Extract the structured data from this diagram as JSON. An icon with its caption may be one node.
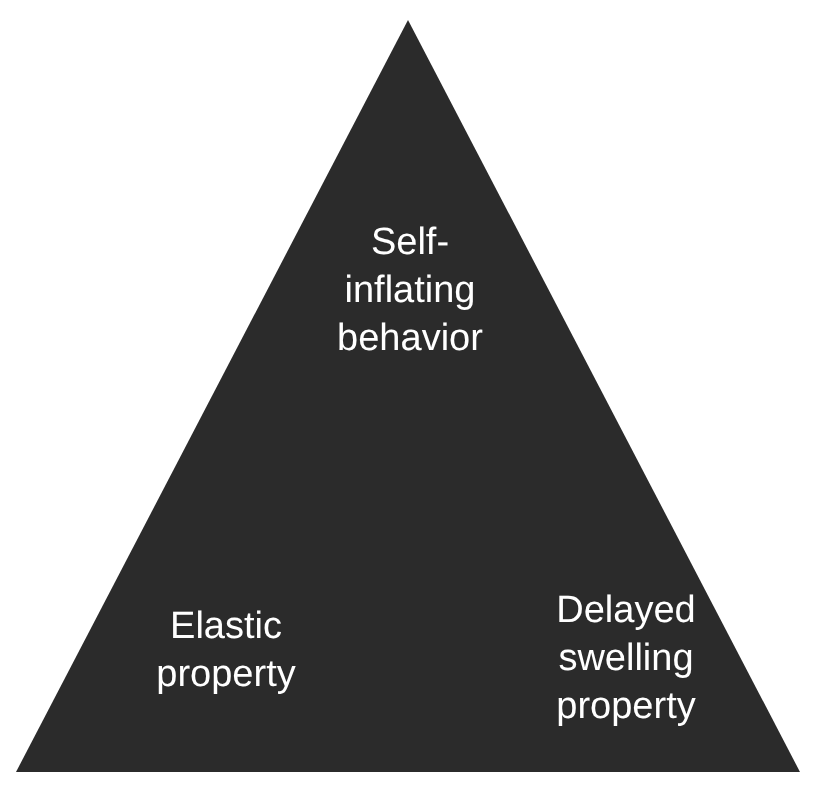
{
  "diagram": {
    "nodes": [
      {
        "text": [
          "Self-inflating behavior",
          "Elastic property",
          "Delayed swelling property"
        ]
      }
    ]
  }
}
